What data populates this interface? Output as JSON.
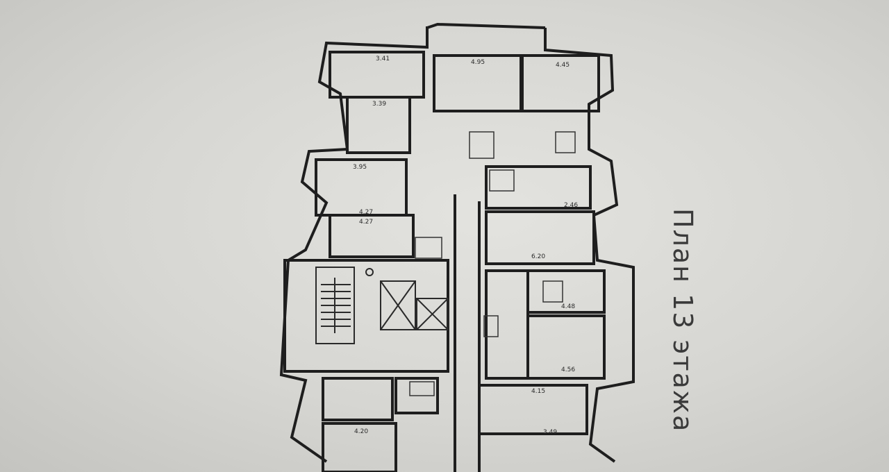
{
  "title": "План 13 этажа",
  "rooms": [
    {
      "id": "r1",
      "label": "3.41"
    },
    {
      "id": "r2",
      "label": "4.95"
    },
    {
      "id": "r3",
      "label": "4.45"
    },
    {
      "id": "r4",
      "label": "3.39"
    },
    {
      "id": "r5",
      "label": "3.95"
    },
    {
      "id": "r6",
      "label": "4.27"
    },
    {
      "id": "r7",
      "label": "4.27"
    },
    {
      "id": "r8",
      "label": "2.46"
    },
    {
      "id": "r9",
      "label": "6.20"
    },
    {
      "id": "r10",
      "label": "4.48"
    },
    {
      "id": "r11",
      "label": "4.56"
    },
    {
      "id": "r12",
      "label": "4.15"
    },
    {
      "id": "r13",
      "label": "3.49"
    },
    {
      "id": "r14",
      "label": "4.20"
    }
  ]
}
